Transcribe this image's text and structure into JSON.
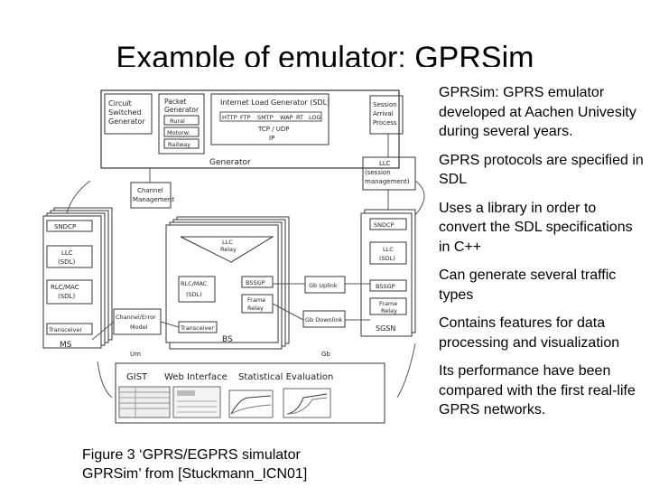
{
  "title": "Example of emulator: GPRSim",
  "bullets": [
    "GPRSim: GPRS emulator developed at Aachen Univesity during several years.",
    "GPRS protocols are specified in SDL",
    "Uses a library in order to convert the SDL specifications in C++",
    "Can generate several traffic types",
    "Contains features for data processing and visualization",
    "Its performance have been compared with the first real-life GPRS networks."
  ],
  "caption": [
    "Figure 3 ‘GPRS/EGPRS simulator",
    "GPRSim’ from [Stuckmann_ICN01]"
  ],
  "figure": {
    "circuit_switched_generator": [
      "Circuit",
      "Switched",
      "Generator"
    ],
    "packet_generator": [
      "Packet",
      "Generator"
    ],
    "packet_generator_items": [
      "Rural",
      "Motorw.",
      "Railway"
    ],
    "internet_load_generator": "Internet Load Generator (SDL)",
    "protocols_top": [
      "HTTP",
      "FTP",
      "SMTP",
      "WAP",
      "RT",
      "LOG"
    ],
    "protocols_mid": "TCP / UDP",
    "protocols_ip": "IP",
    "session_arrival": [
      "Session",
      "Arrival",
      "Process"
    ],
    "generator_label": "Generator",
    "llc_session": [
      "LLC",
      "(session",
      "management)"
    ],
    "channel_management": [
      "Channel",
      "Management"
    ],
    "ms_stack": [
      "SNDCP",
      "LLC",
      "(SDL)",
      "RLC/MAC",
      "(SDL)",
      "Transceiver"
    ],
    "ms_label": "MS",
    "llc_relay": [
      "LLC",
      "Relay"
    ],
    "bs_rlc": [
      "RLC/MAC",
      "(SDL)"
    ],
    "bssgp": "BSSGP",
    "frame_relay": [
      "Frame",
      "Relay"
    ],
    "bs_transceiver": "Transceiver",
    "channel_error_model": [
      "Channel/Error",
      "Model"
    ],
    "bs_label": "BS",
    "gb_uplink": "Gb Uplink",
    "gb_downlink": "Gb Downlink",
    "sgsn_stack": [
      "SNDCP",
      "LLC",
      "(SDL)",
      "BSSGP",
      "Frame",
      "Relay"
    ],
    "sgsn_label": "SGSN",
    "um_label": "Um",
    "gb_label": "Gb",
    "bottom_headers": [
      "GIST",
      "Web Interface",
      "Statistical Evaluation"
    ]
  }
}
